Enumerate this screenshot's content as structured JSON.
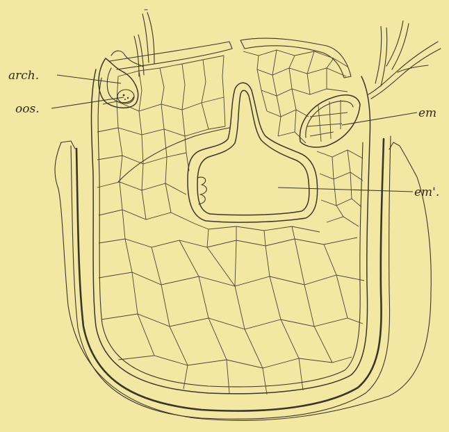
{
  "figure": {
    "labels": {
      "arch": "arch.",
      "oos": "oos.",
      "em": "em",
      "em2": "em'."
    }
  }
}
